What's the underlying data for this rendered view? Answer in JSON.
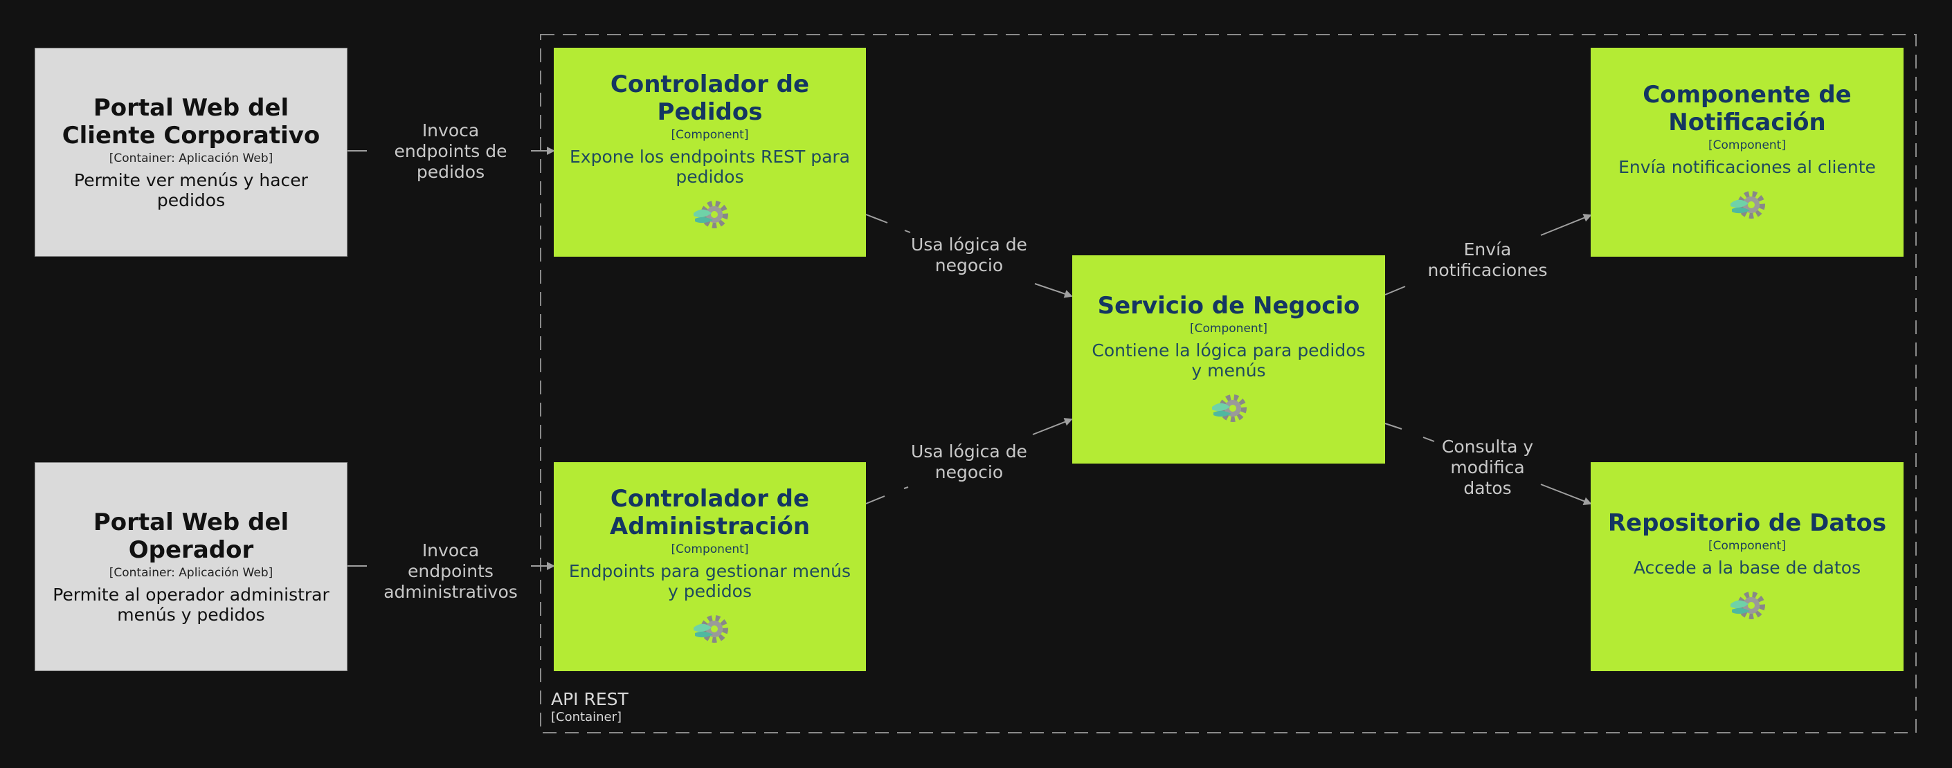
{
  "boundary": {
    "title": "API REST",
    "type": "[Container]"
  },
  "nodes": {
    "portal_cliente": {
      "title": "Portal Web del Cliente Corporativo",
      "type": "[Container: Aplicación Web]",
      "description": "Permite ver menús y hacer pedidos"
    },
    "portal_operador": {
      "title": "Portal Web del Operador",
      "type": "[Container: Aplicación Web]",
      "description": "Permite al operador administrar menús y pedidos"
    },
    "controlador_pedidos": {
      "title": "Controlador de Pedidos",
      "type": "[Component]",
      "description": "Expone los endpoints REST para pedidos",
      "icon": "gear-icon"
    },
    "controlador_admin": {
      "title": "Controlador de Administración",
      "type": "[Component]",
      "description": "Endpoints para gestionar menús y pedidos",
      "icon": "gear-icon"
    },
    "servicio_negocio": {
      "title": "Servicio de Negocio",
      "type": "[Component]",
      "description": "Contiene la lógica para pedidos y menús",
      "icon": "gear-icon"
    },
    "componente_notificacion": {
      "title": "Componente de Notificación",
      "type": "[Component]",
      "description": "Envía notificaciones al cliente",
      "icon": "gear-icon"
    },
    "repositorio_datos": {
      "title": "Repositorio de Datos",
      "type": "[Component]",
      "description": "Accede a la base de datos",
      "icon": "gear-icon"
    }
  },
  "edges": {
    "cliente_to_pedidos": "Invoca endpoints de pedidos",
    "operador_to_admin": "Invoca endpoints administrativos",
    "pedidos_to_servicio": "Usa lógica de negocio",
    "admin_to_servicio": "Usa lógica de negocio",
    "servicio_to_notificacion": "Envía notificaciones",
    "servicio_to_repositorio": "Consulta y modifica datos"
  },
  "colors": {
    "background": "#121212",
    "component_fill": "#b4eb34",
    "component_text": "#143662",
    "container_fill": "#dadada",
    "edge": "#a0a0a0",
    "boundary": "#8a8a8a"
  }
}
